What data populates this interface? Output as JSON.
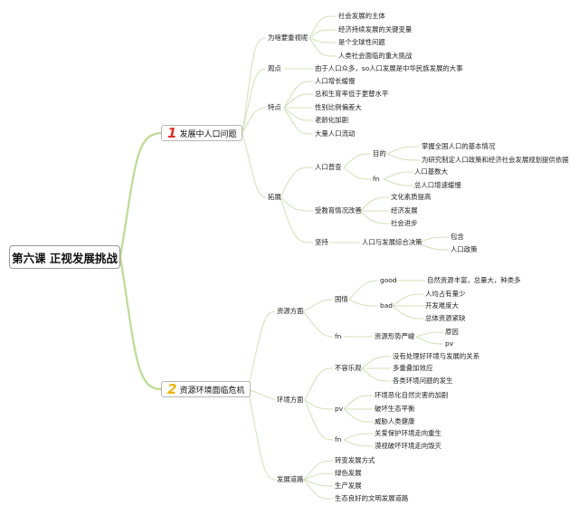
{
  "root": "第六课 正视发展挑战",
  "branch1": {
    "num": "1",
    "label": "发展中人口问题",
    "why": {
      "label": "为啥要重视呢",
      "items": [
        "社会发展的主体",
        "经济持续发展的关键变量",
        "是个全球性问题",
        "人类社会面临的重大挑战"
      ]
    },
    "view": {
      "label": "观点",
      "text": "由于人口众多，so人口发展是中华民族发展的大事"
    },
    "features": {
      "label": "特点",
      "items": [
        "人口增长缓慢",
        "总和生育率低于更替水平",
        "性别比例偏差大",
        "老龄化加剧",
        "大量人口流动"
      ]
    },
    "expand": {
      "label": "拓展",
      "census": {
        "label": "人口普查",
        "purpose": {
          "label": "目的",
          "items": [
            "掌握全国人口的基本情况",
            "为研究制定人口政策和经济社会发展规划提供依据"
          ]
        },
        "fn": {
          "label": "fn",
          "items": [
            "人口基数大",
            "总人口增速缓慢"
          ]
        }
      },
      "edu": {
        "label": "受教育情况改善",
        "items": [
          "文化素质提高",
          "经济发展",
          "社会进步"
        ]
      },
      "insist": {
        "label": "坚持",
        "policy": "人口与发展综合决策",
        "items": [
          "包含",
          "人口政策"
        ]
      }
    }
  },
  "branch2": {
    "num": "2",
    "label": "资源环境面临危机",
    "resource": {
      "label": "资源方面",
      "national": {
        "label": "国情",
        "good": {
          "label": "good",
          "text": "自然资源丰富，总量大，种类多"
        },
        "bad": {
          "label": "bad",
          "items": [
            "人均占有量少",
            "开发难度大",
            "总体资源紧缺"
          ]
        }
      },
      "fn": {
        "label": "fn",
        "text": "资源形势严峻",
        "items": [
          "原因",
          "pv"
        ]
      }
    },
    "env": {
      "label": "环境方面",
      "notOk": {
        "label": "不容乐观",
        "items": [
          "没有处理好环境与发展的关系",
          "多重叠加效应",
          "各类环境问题的发生"
        ]
      },
      "pv": {
        "label": "pv",
        "items": [
          "环境恶化自然灾害的加剧",
          "破坏生态平衡",
          "威胁人类健康"
        ]
      },
      "fn": {
        "label": "fn",
        "items": [
          "关爱保护环境走向重生",
          "漠视破坏环境走向毁灭"
        ]
      }
    },
    "path": {
      "label": "发展道路",
      "items": [
        "转变发展方式",
        "绿色发展",
        "生产发展",
        "生态良好的文明发展道路"
      ]
    }
  },
  "colors": {
    "branch1": "#c8e0a8",
    "branch2": "#c8e0a8",
    "leaf": "#d6e8c4",
    "num1": "#e0302a",
    "num2": "#f0b400"
  }
}
